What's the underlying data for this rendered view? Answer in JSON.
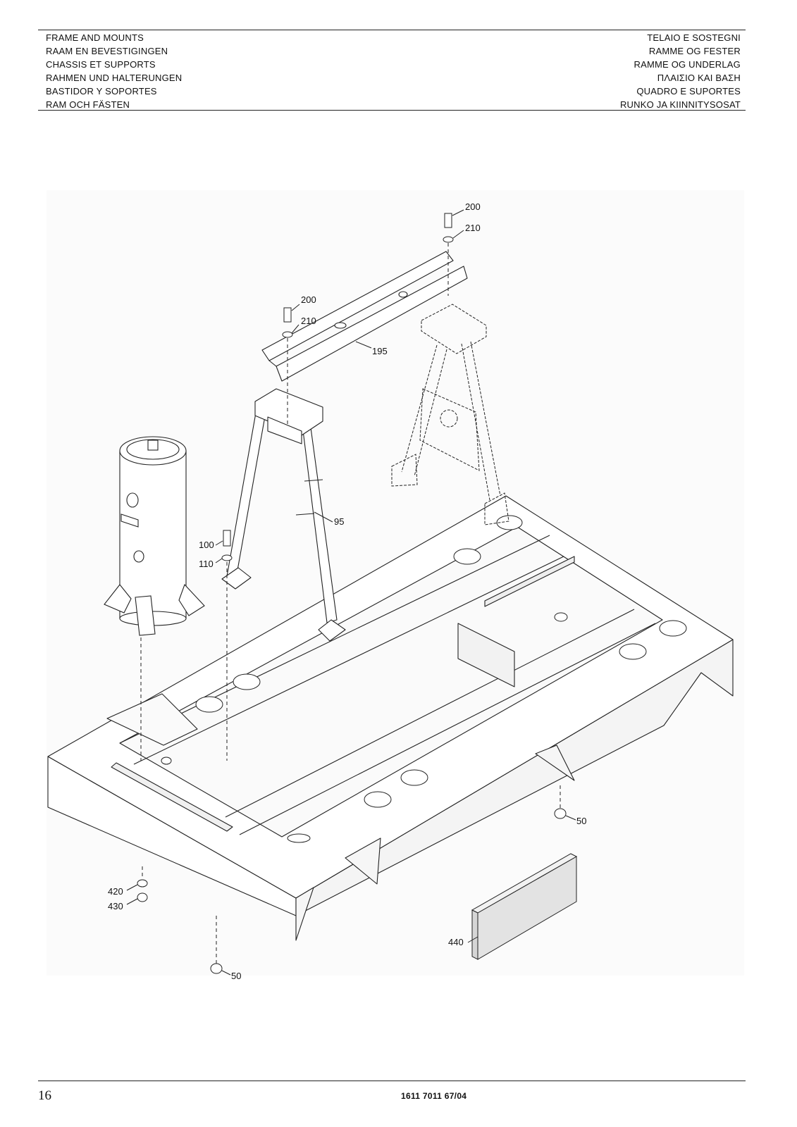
{
  "header": {
    "titles_left": [
      "FRAME AND MOUNTS",
      "RAAM EN BEVESTIGINGEN",
      "CHASSIS ET SUPPORTS",
      "RAHMEN UND HALTERUNGEN",
      "BASTIDOR Y SOPORTES",
      "RAM OCH FÄSTEN"
    ],
    "titles_right": [
      "TELAIO E SOSTEGNI",
      "RAMME OG FESTER",
      "RAMME OG UNDERLAG",
      "ΠΛΑΙΣΙΟ ΚΑΙ ΒΑΣΗ",
      "QUADRO E SUPORTES",
      "RUNKO JA KIINNITYSOSAT"
    ]
  },
  "diagram": {
    "callouts": [
      "200",
      "210",
      "200",
      "210",
      "195",
      "95",
      "100",
      "110",
      "50",
      "420",
      "430",
      "50",
      "440"
    ]
  },
  "footer": {
    "page_number": "16",
    "document_code": "1611 7011 67/04"
  }
}
